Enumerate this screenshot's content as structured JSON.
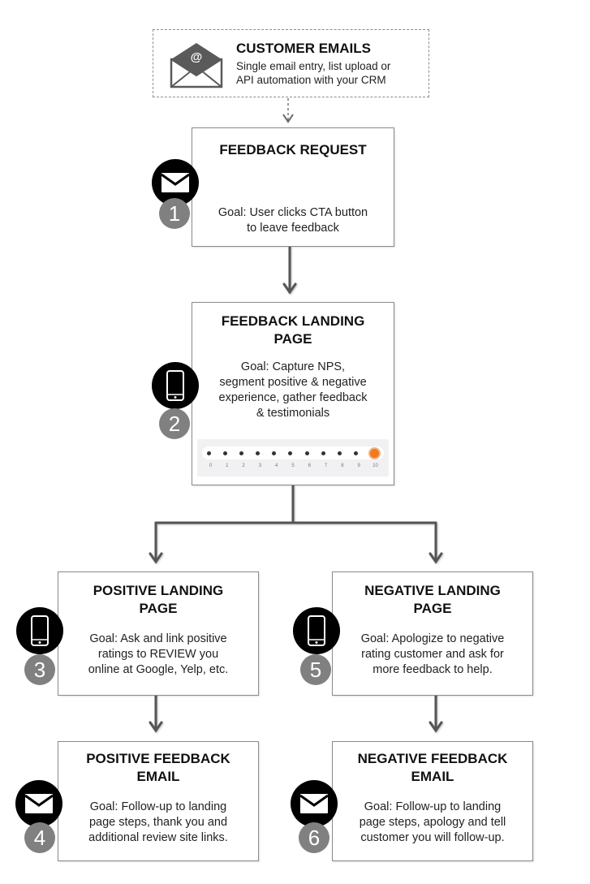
{
  "source": {
    "icon": "envelope-at-icon",
    "title": "CUSTOMER EMAILS",
    "description_lines": [
      "Single email entry, list upload or",
      "API automation with your CRM"
    ]
  },
  "steps": [
    {
      "number": "1",
      "icon": "envelope-icon",
      "title_lines": [
        "FEEDBACK REQUEST"
      ],
      "goal_lines": [
        "Goal: User clicks CTA button",
        "to leave feedback"
      ]
    },
    {
      "number": "2",
      "icon": "smartphone-icon",
      "title_lines": [
        "FEEDBACK LANDING",
        "PAGE"
      ],
      "goal_lines": [
        "Goal: Capture NPS,",
        "segment positive & negative",
        "experience, gather feedback",
        "& testimonials"
      ],
      "nps": {
        "labels": [
          "0",
          "1",
          "2",
          "3",
          "4",
          "5",
          "6",
          "7",
          "8",
          "9",
          "10"
        ],
        "selected": "10",
        "selected_color": "#f07a22"
      }
    },
    {
      "number": "3",
      "icon": "smartphone-icon",
      "title_lines": [
        "POSITIVE LANDING",
        "PAGE"
      ],
      "goal_lines": [
        "Goal: Ask and link positive",
        "ratings to REVIEW you",
        "online at Google, Yelp, etc."
      ]
    },
    {
      "number": "4",
      "icon": "envelope-icon",
      "title_lines": [
        "POSITIVE FEEDBACK",
        "EMAIL"
      ],
      "goal_lines": [
        "Goal: Follow-up to landing",
        "page steps, thank you and",
        "additional review site links."
      ]
    },
    {
      "number": "5",
      "icon": "smartphone-icon",
      "title_lines": [
        "NEGATIVE LANDING",
        "PAGE"
      ],
      "goal_lines": [
        "Goal: Apologize to negative",
        "rating customer and ask for",
        "more feedback to help."
      ]
    },
    {
      "number": "6",
      "icon": "envelope-icon",
      "title_lines": [
        "NEGATIVE FEEDBACK",
        "EMAIL"
      ],
      "goal_lines": [
        "Goal: Follow-up to landing",
        "page steps, apology and tell",
        "customer you will follow-up."
      ]
    }
  ],
  "colors": {
    "badge_icon_bg": "#000000",
    "badge_number_bg": "#808080",
    "connector": "#555555",
    "box_border": "#8a8a8a"
  }
}
